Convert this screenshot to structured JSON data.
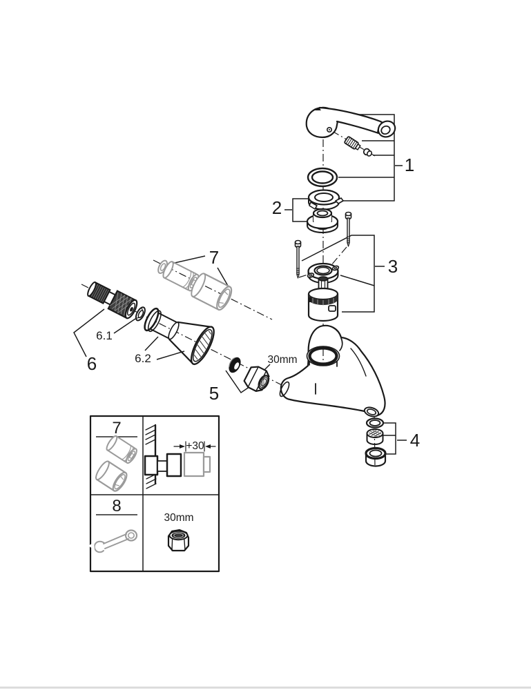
{
  "figure": {
    "callouts": {
      "c1": "1",
      "c2": "2",
      "c3": "3",
      "c4": "4",
      "c5": "5",
      "c6": "6",
      "c6_1": "6.1",
      "c6_2": "6.2",
      "c7": "7"
    },
    "nut_size_label": "30mm"
  },
  "legend": {
    "row1": {
      "number": "7",
      "dimension": "+30"
    },
    "row2": {
      "number": "8",
      "wrench_size": "30mm"
    }
  },
  "colors": {
    "line": "#1a1a1a",
    "muted_gray": "#9a9a9a",
    "footer_bar": "#dcdcdc"
  }
}
